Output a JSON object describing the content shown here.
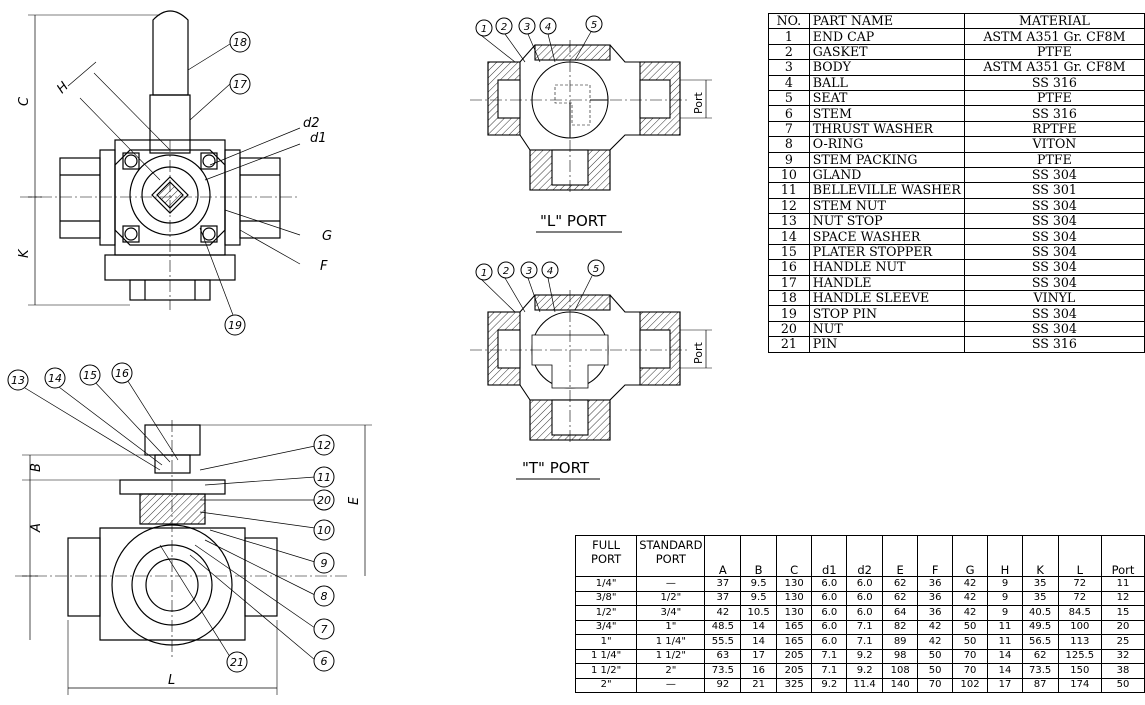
{
  "callouts": {
    "top_view": [
      "18",
      "17",
      "19"
    ],
    "front_view": [
      "13",
      "14",
      "15",
      "16",
      "12",
      "11",
      "20",
      "10",
      "9",
      "8",
      "7",
      "6",
      "21"
    ],
    "l_port": [
      "1",
      "2",
      "3",
      "4",
      "5"
    ],
    "t_port": [
      "1",
      "2",
      "3",
      "4",
      "5"
    ]
  },
  "dimension_letters": {
    "C": "C",
    "H": "H",
    "K": "K",
    "d2": "d2",
    "d1": "d1",
    "G": "G",
    "F": "F",
    "B": "B",
    "A": "A",
    "E": "E",
    "L": "L",
    "port": "Port"
  },
  "sections": {
    "l_port_label": "\"L\" PORT",
    "t_port_label": "\"T\" PORT"
  },
  "parts_table": {
    "headers": [
      "NO.",
      "PART NAME",
      "MATERIAL"
    ],
    "rows": [
      [
        "1",
        "END CAP",
        "ASTM A351 Gr. CF8M"
      ],
      [
        "2",
        "GASKET",
        "PTFE"
      ],
      [
        "3",
        "BODY",
        "ASTM A351 Gr. CF8M"
      ],
      [
        "4",
        "BALL",
        "SS 316"
      ],
      [
        "5",
        "SEAT",
        "PTFE"
      ],
      [
        "6",
        "STEM",
        "SS 316"
      ],
      [
        "7",
        "THRUST WASHER",
        "RPTFE"
      ],
      [
        "8",
        "O-RING",
        "VITON"
      ],
      [
        "9",
        "STEM PACKING",
        "PTFE"
      ],
      [
        "10",
        "GLAND",
        "SS 304"
      ],
      [
        "11",
        "BELLEVILLE WASHER",
        "SS 301"
      ],
      [
        "12",
        "STEM NUT",
        "SS 304"
      ],
      [
        "13",
        "NUT STOP",
        "SS 304"
      ],
      [
        "14",
        "SPACE WASHER",
        "SS 304"
      ],
      [
        "15",
        "PLATER STOPPER",
        "SS 304"
      ],
      [
        "16",
        "HANDLE NUT",
        "SS 304"
      ],
      [
        "17",
        "HANDLE",
        "SS 304"
      ],
      [
        "18",
        "HANDLE SLEEVE",
        "VINYL"
      ],
      [
        "19",
        "STOP PIN",
        "SS 304"
      ],
      [
        "20",
        "NUT",
        "SS 304"
      ],
      [
        "21",
        "PIN",
        "SS 316"
      ]
    ]
  },
  "dimension_table": {
    "header_full": [
      "FULL",
      "PORT"
    ],
    "header_standard": [
      "STANDARD",
      "PORT"
    ],
    "headers": [
      "A",
      "B",
      "C",
      "d1",
      "d2",
      "E",
      "F",
      "G",
      "H",
      "K",
      "L",
      "Port"
    ],
    "rows": [
      [
        "1/4\"",
        "—",
        "37",
        "9.5",
        "130",
        "6.0",
        "6.0",
        "62",
        "36",
        "42",
        "9",
        "35",
        "72",
        "11"
      ],
      [
        "3/8\"",
        "1/2\"",
        "37",
        "9.5",
        "130",
        "6.0",
        "6.0",
        "62",
        "36",
        "42",
        "9",
        "35",
        "72",
        "12"
      ],
      [
        "1/2\"",
        "3/4\"",
        "42",
        "10.5",
        "130",
        "6.0",
        "6.0",
        "64",
        "36",
        "42",
        "9",
        "40.5",
        "84.5",
        "15"
      ],
      [
        "3/4\"",
        "1\"",
        "48.5",
        "14",
        "165",
        "6.0",
        "7.1",
        "82",
        "42",
        "50",
        "11",
        "49.5",
        "100",
        "20"
      ],
      [
        "1\"",
        "1 1/4\"",
        "55.5",
        "14",
        "165",
        "6.0",
        "7.1",
        "89",
        "42",
        "50",
        "11",
        "56.5",
        "113",
        "25"
      ],
      [
        "1 1/4\"",
        "1 1/2\"",
        "63",
        "17",
        "205",
        "7.1",
        "9.2",
        "98",
        "50",
        "70",
        "14",
        "62",
        "125.5",
        "32"
      ],
      [
        "1 1/2\"",
        "2\"",
        "73.5",
        "16",
        "205",
        "7.1",
        "9.2",
        "108",
        "50",
        "70",
        "14",
        "73.5",
        "150",
        "38"
      ],
      [
        "2\"",
        "—",
        "92",
        "21",
        "325",
        "9.2",
        "11.4",
        "140",
        "70",
        "102",
        "17",
        "87",
        "174",
        "50"
      ]
    ]
  }
}
